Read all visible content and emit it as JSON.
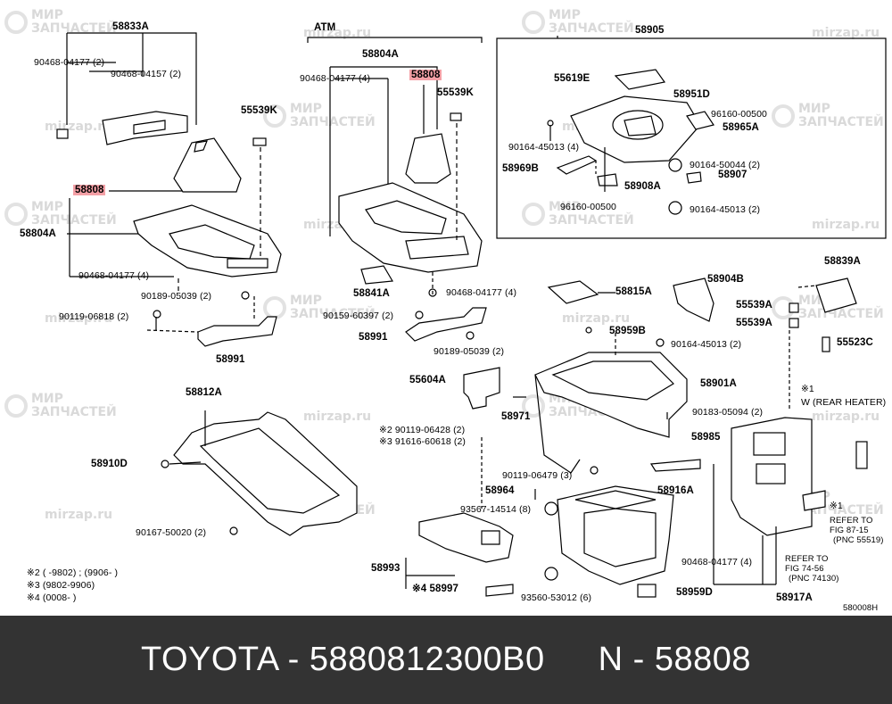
{
  "labels": [
    {
      "id": "58833A",
      "text": "58833A"
    },
    {
      "id": "90468-04177-2",
      "text": "90468-04177 (2)"
    },
    {
      "id": "90468-04157-2",
      "text": "90468-04157 (2)"
    },
    {
      "id": "55539K-l",
      "text": "55539K"
    },
    {
      "id": "58808-l",
      "text": "58808"
    },
    {
      "id": "58804A-l",
      "text": "58804A"
    },
    {
      "id": "90468-04177-4-l",
      "text": "90468-04177 (4)"
    },
    {
      "id": "90189-05039-2-l",
      "text": "90189-05039 (2)"
    },
    {
      "id": "90119-06818-2",
      "text": "90119-06818 (2)"
    },
    {
      "id": "58991-l",
      "text": "58991"
    },
    {
      "id": "ATM",
      "text": "ATM"
    },
    {
      "id": "58804A-m",
      "text": "58804A"
    },
    {
      "id": "90468-04177-4-m",
      "text": "90468-04177 (4)"
    },
    {
      "id": "58808-m",
      "text": "58808"
    },
    {
      "id": "55539K-m",
      "text": "55539K"
    },
    {
      "id": "58841A",
      "text": "58841A"
    },
    {
      "id": "90468-04177-4-m2",
      "text": "90468-04177 (4)"
    },
    {
      "id": "90159-60397-2",
      "text": "90159-60397 (2)"
    },
    {
      "id": "58991-m",
      "text": "58991"
    },
    {
      "id": "90189-05039-2-m",
      "text": "90189-05039 (2)"
    },
    {
      "id": "58905",
      "text": "58905"
    },
    {
      "id": "55619E",
      "text": "55619E"
    },
    {
      "id": "58951D",
      "text": "58951D"
    },
    {
      "id": "96160-00500-a",
      "text": "96160-00500"
    },
    {
      "id": "58965A",
      "text": "58965A"
    },
    {
      "id": "90164-45013-4",
      "text": "90164-45013 (4)"
    },
    {
      "id": "58969B",
      "text": "58969B"
    },
    {
      "id": "90164-50044-2",
      "text": "90164-50044 (2)"
    },
    {
      "id": "58907",
      "text": "58907"
    },
    {
      "id": "58908A",
      "text": "58908A"
    },
    {
      "id": "96160-00500-b",
      "text": "96160-00500"
    },
    {
      "id": "90164-45013-2-s",
      "text": "90164-45013 (2)"
    },
    {
      "id": "58812A",
      "text": "58812A"
    },
    {
      "id": "58910D",
      "text": "58910D"
    },
    {
      "id": "90167-50020-2",
      "text": "90167-50020 (2)"
    },
    {
      "id": "58815A",
      "text": "58815A"
    },
    {
      "id": "58904B",
      "text": "58904B"
    },
    {
      "id": "58839A",
      "text": "58839A"
    },
    {
      "id": "55539A-1",
      "text": "55539A"
    },
    {
      "id": "55539A-2",
      "text": "55539A"
    },
    {
      "id": "55523C",
      "text": "55523C"
    },
    {
      "id": "58959B",
      "text": "58959B"
    },
    {
      "id": "90164-45013-2",
      "text": "90164-45013 (2)"
    },
    {
      "id": "55604A",
      "text": "55604A"
    },
    {
      "id": "58901A",
      "text": "58901A"
    },
    {
      "id": "x1-a",
      "text": "※1"
    },
    {
      "id": "rear-heater",
      "text": "W (REAR HEATER)"
    },
    {
      "id": "58971",
      "text": "58971"
    },
    {
      "id": "90183-05094-2",
      "text": "90183-05094 (2)"
    },
    {
      "id": "x2-90119",
      "text": "※2 90119-06428 (2)"
    },
    {
      "id": "x3-91616",
      "text": "※3 91616-60618 (2)"
    },
    {
      "id": "58985",
      "text": "58985"
    },
    {
      "id": "90119-06479-3",
      "text": "90119-06479 (3)"
    },
    {
      "id": "58964",
      "text": "58964"
    },
    {
      "id": "58916A",
      "text": "58916A"
    },
    {
      "id": "93567-14514",
      "text": "93567-14514 (8)"
    },
    {
      "id": "x1-b",
      "text": "※1"
    },
    {
      "id": "ref-87-15",
      "text": "REFER TO"
    },
    {
      "id": "ref-87-15b",
      "text": "FIG 87-15"
    },
    {
      "id": "ref-87-15c",
      "text": "(PNC 55519)"
    },
    {
      "id": "ref-74-56",
      "text": "REFER TO"
    },
    {
      "id": "ref-74-56b",
      "text": "FIG 74-56"
    },
    {
      "id": "ref-74-56c",
      "text": "(PNC 74130)"
    },
    {
      "id": "58993",
      "text": "58993"
    },
    {
      "id": "x4-58997",
      "text": "※4 58997"
    },
    {
      "id": "93560-53012-6",
      "text": "93560-53012 (6)"
    },
    {
      "id": "58959D",
      "text": "58959D"
    },
    {
      "id": "90468-04177-4-r",
      "text": "90468-04177 (4)"
    },
    {
      "id": "58917A",
      "text": "58917A"
    },
    {
      "id": "note2",
      "text": "※2 (        -9802) ; (9906-        )"
    },
    {
      "id": "note3",
      "text": "※3 (9802-9906)"
    },
    {
      "id": "note4",
      "text": "※4 (0008-        )"
    },
    {
      "id": "code",
      "text": "580008H"
    }
  ],
  "watermarks": {
    "ru1": "МИР",
    "ru2": "ЗАПЧАСТЕЙ",
    "site": "mirzap.ru"
  },
  "footer": {
    "brand_part": "TOYOTA - 5880812300B0",
    "pnc": "N - 58808"
  },
  "colors": {
    "highlight": "#f4a0a6",
    "footer_bg": "#333333",
    "footer_text": "#ffffff"
  }
}
